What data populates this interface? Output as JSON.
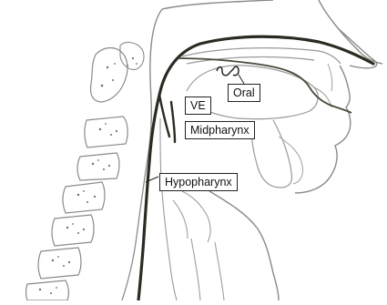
{
  "labels": {
    "oral": "Oral",
    "ve": "VE",
    "midpharynx": "Midpharynx",
    "hypopharynx": "Hypopharynx"
  },
  "colors": {
    "outline": "#7a7a7a",
    "airway_line": "#2b2b22",
    "bone_speckle": "#6e6e6e"
  }
}
